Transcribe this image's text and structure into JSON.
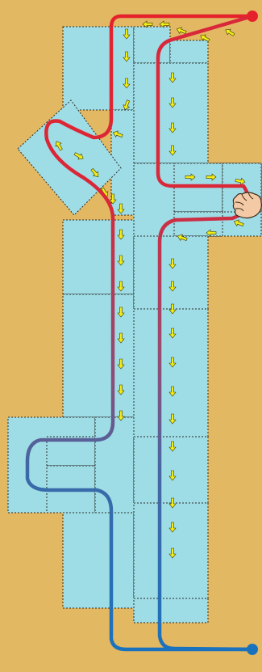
{
  "diagram": {
    "kind": "floor-plan-flow",
    "colors": {
      "background": "#e3b862",
      "room_fill": "#9fdde6",
      "room_stroke": "#2a2a2a",
      "arrow_fill": "#f2ec18",
      "arrow_stroke": "#3b3b00",
      "path_hot": "#e5222c",
      "path_cold": "#1a72bd",
      "endpoint_hot": "#e5222c",
      "endpoint_cold": "#1a72bd"
    },
    "icons": {
      "fist": "hand-fist-icon",
      "arrow": "flow-arrow-icon"
    },
    "elements": {
      "loops": 2,
      "endpoints": 2
    }
  }
}
